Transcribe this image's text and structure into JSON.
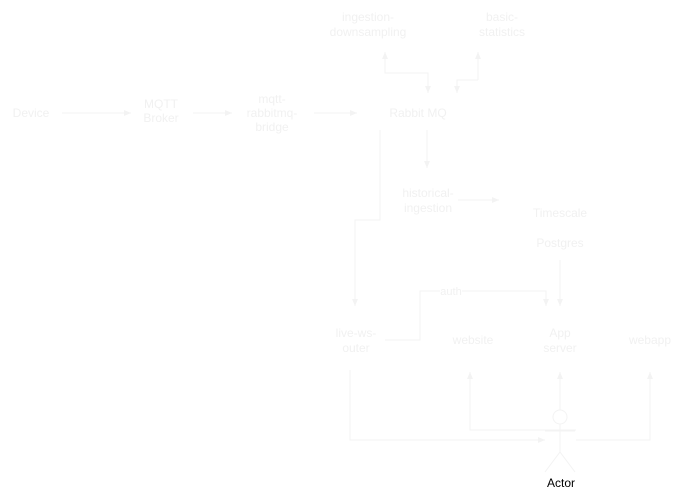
{
  "diagram": {
    "colors": {
      "line": "#f3f3f3",
      "text": "#f1f1f1",
      "actor_text": "#000000",
      "background": "#ffffff"
    },
    "nodes": {
      "device": [
        "Device"
      ],
      "mqtt_broker": [
        "MQTT",
        "Broker"
      ],
      "bridge": [
        "mqtt-",
        "rabbitmq-",
        "bridge"
      ],
      "rabbitmq": [
        "Rabbit MQ"
      ],
      "ingestion_downsampling": [
        "ingestion-",
        "downsampling"
      ],
      "basic_statistics": [
        "basic-",
        "statistics"
      ],
      "historical_ingestion": [
        "historical-",
        "ingestion"
      ],
      "timescale": [
        "Timescale"
      ],
      "postgres": [
        "Postgres"
      ],
      "live_ws_outer": [
        "live-ws-",
        "outer"
      ],
      "website": [
        "website"
      ],
      "app_server": [
        "App",
        "server"
      ],
      "webapp": [
        "webapp"
      ],
      "actor": [
        "Actor"
      ]
    },
    "edge_labels": {
      "auth": "auth"
    },
    "edges": [
      {
        "from": "Device",
        "to": "MQTT Broker"
      },
      {
        "from": "MQTT Broker",
        "to": "mqtt-rabbitmq-bridge"
      },
      {
        "from": "mqtt-rabbitmq-bridge",
        "to": "Rabbit MQ"
      },
      {
        "from": "Rabbit MQ",
        "to": "ingestion-downsampling",
        "bidirectional": true
      },
      {
        "from": "Rabbit MQ",
        "to": "basic-statistics",
        "bidirectional": true
      },
      {
        "from": "Rabbit MQ",
        "to": "historical-ingestion"
      },
      {
        "from": "Rabbit MQ",
        "to": "live-ws-outer"
      },
      {
        "from": "historical-ingestion",
        "to": "Timescale Postgres"
      },
      {
        "from": "Timescale Postgres",
        "to": "App server"
      },
      {
        "from": "live-ws-outer",
        "to": "App server",
        "label": "auth"
      },
      {
        "from": "Actor",
        "to": "website"
      },
      {
        "from": "Actor",
        "to": "App server"
      },
      {
        "from": "Actor",
        "to": "webapp"
      },
      {
        "from": "live-ws-outer",
        "to": "Actor"
      }
    ]
  }
}
